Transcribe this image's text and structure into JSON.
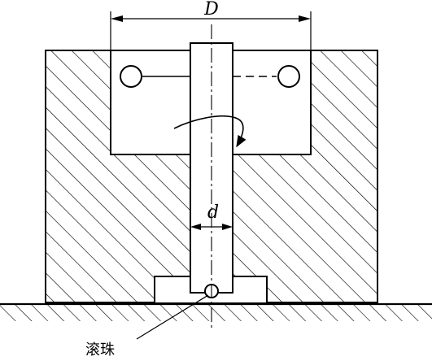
{
  "labels": {
    "outer_diameter": "D",
    "shaft_diameter": "d",
    "ball_callout": "滚珠"
  },
  "colors": {
    "line": "#000000",
    "background": "#ffffff"
  }
}
